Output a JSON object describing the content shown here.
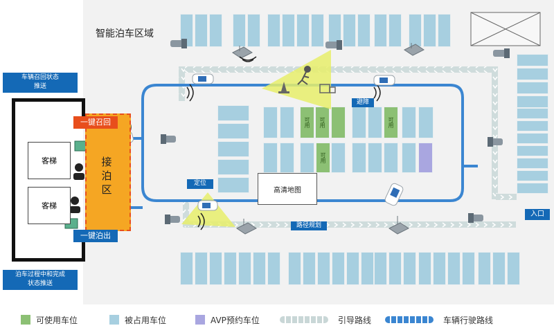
{
  "title": "智能泊车区域",
  "labels": {
    "avoid": "避障",
    "locate": "定位",
    "hd_map": "高清地图",
    "path_plan": "路径规划",
    "entrance": "入口",
    "available_short": "可用"
  },
  "left_panel": {
    "recall_status": "车辆召回状态\n推送",
    "parking_status": "泊车过程中和完成\n状态推送",
    "elevator_top": "客梯",
    "elevator_bottom": "客梯",
    "one_click_recall": "一键召回",
    "one_click_park": "一键泊出",
    "pickup_zone": "接\n泊\n区"
  },
  "legend": [
    {
      "label": "可使用车位",
      "color": "#8cc074",
      "kind": "swatch"
    },
    {
      "label": "被占用车位",
      "color": "#a7cfe0",
      "kind": "swatch"
    },
    {
      "label": "AVP预约车位",
      "color": "#a9a6e0",
      "kind": "swatch"
    },
    {
      "label": "引导路线",
      "color": "#c9d7d7",
      "kind": "guide"
    },
    {
      "label": "车辆行驶路线",
      "color": "#3b86d1",
      "kind": "drive"
    }
  ],
  "colors": {
    "available": "#8cc074",
    "occupied": "#a7cfe0",
    "reserved": "#a9a6e0",
    "guide": "#c9d7d7",
    "drive": "#3b86d1",
    "tag_blue": "#1469b6",
    "orange": "#f5a623",
    "red": "#e84e1c"
  }
}
